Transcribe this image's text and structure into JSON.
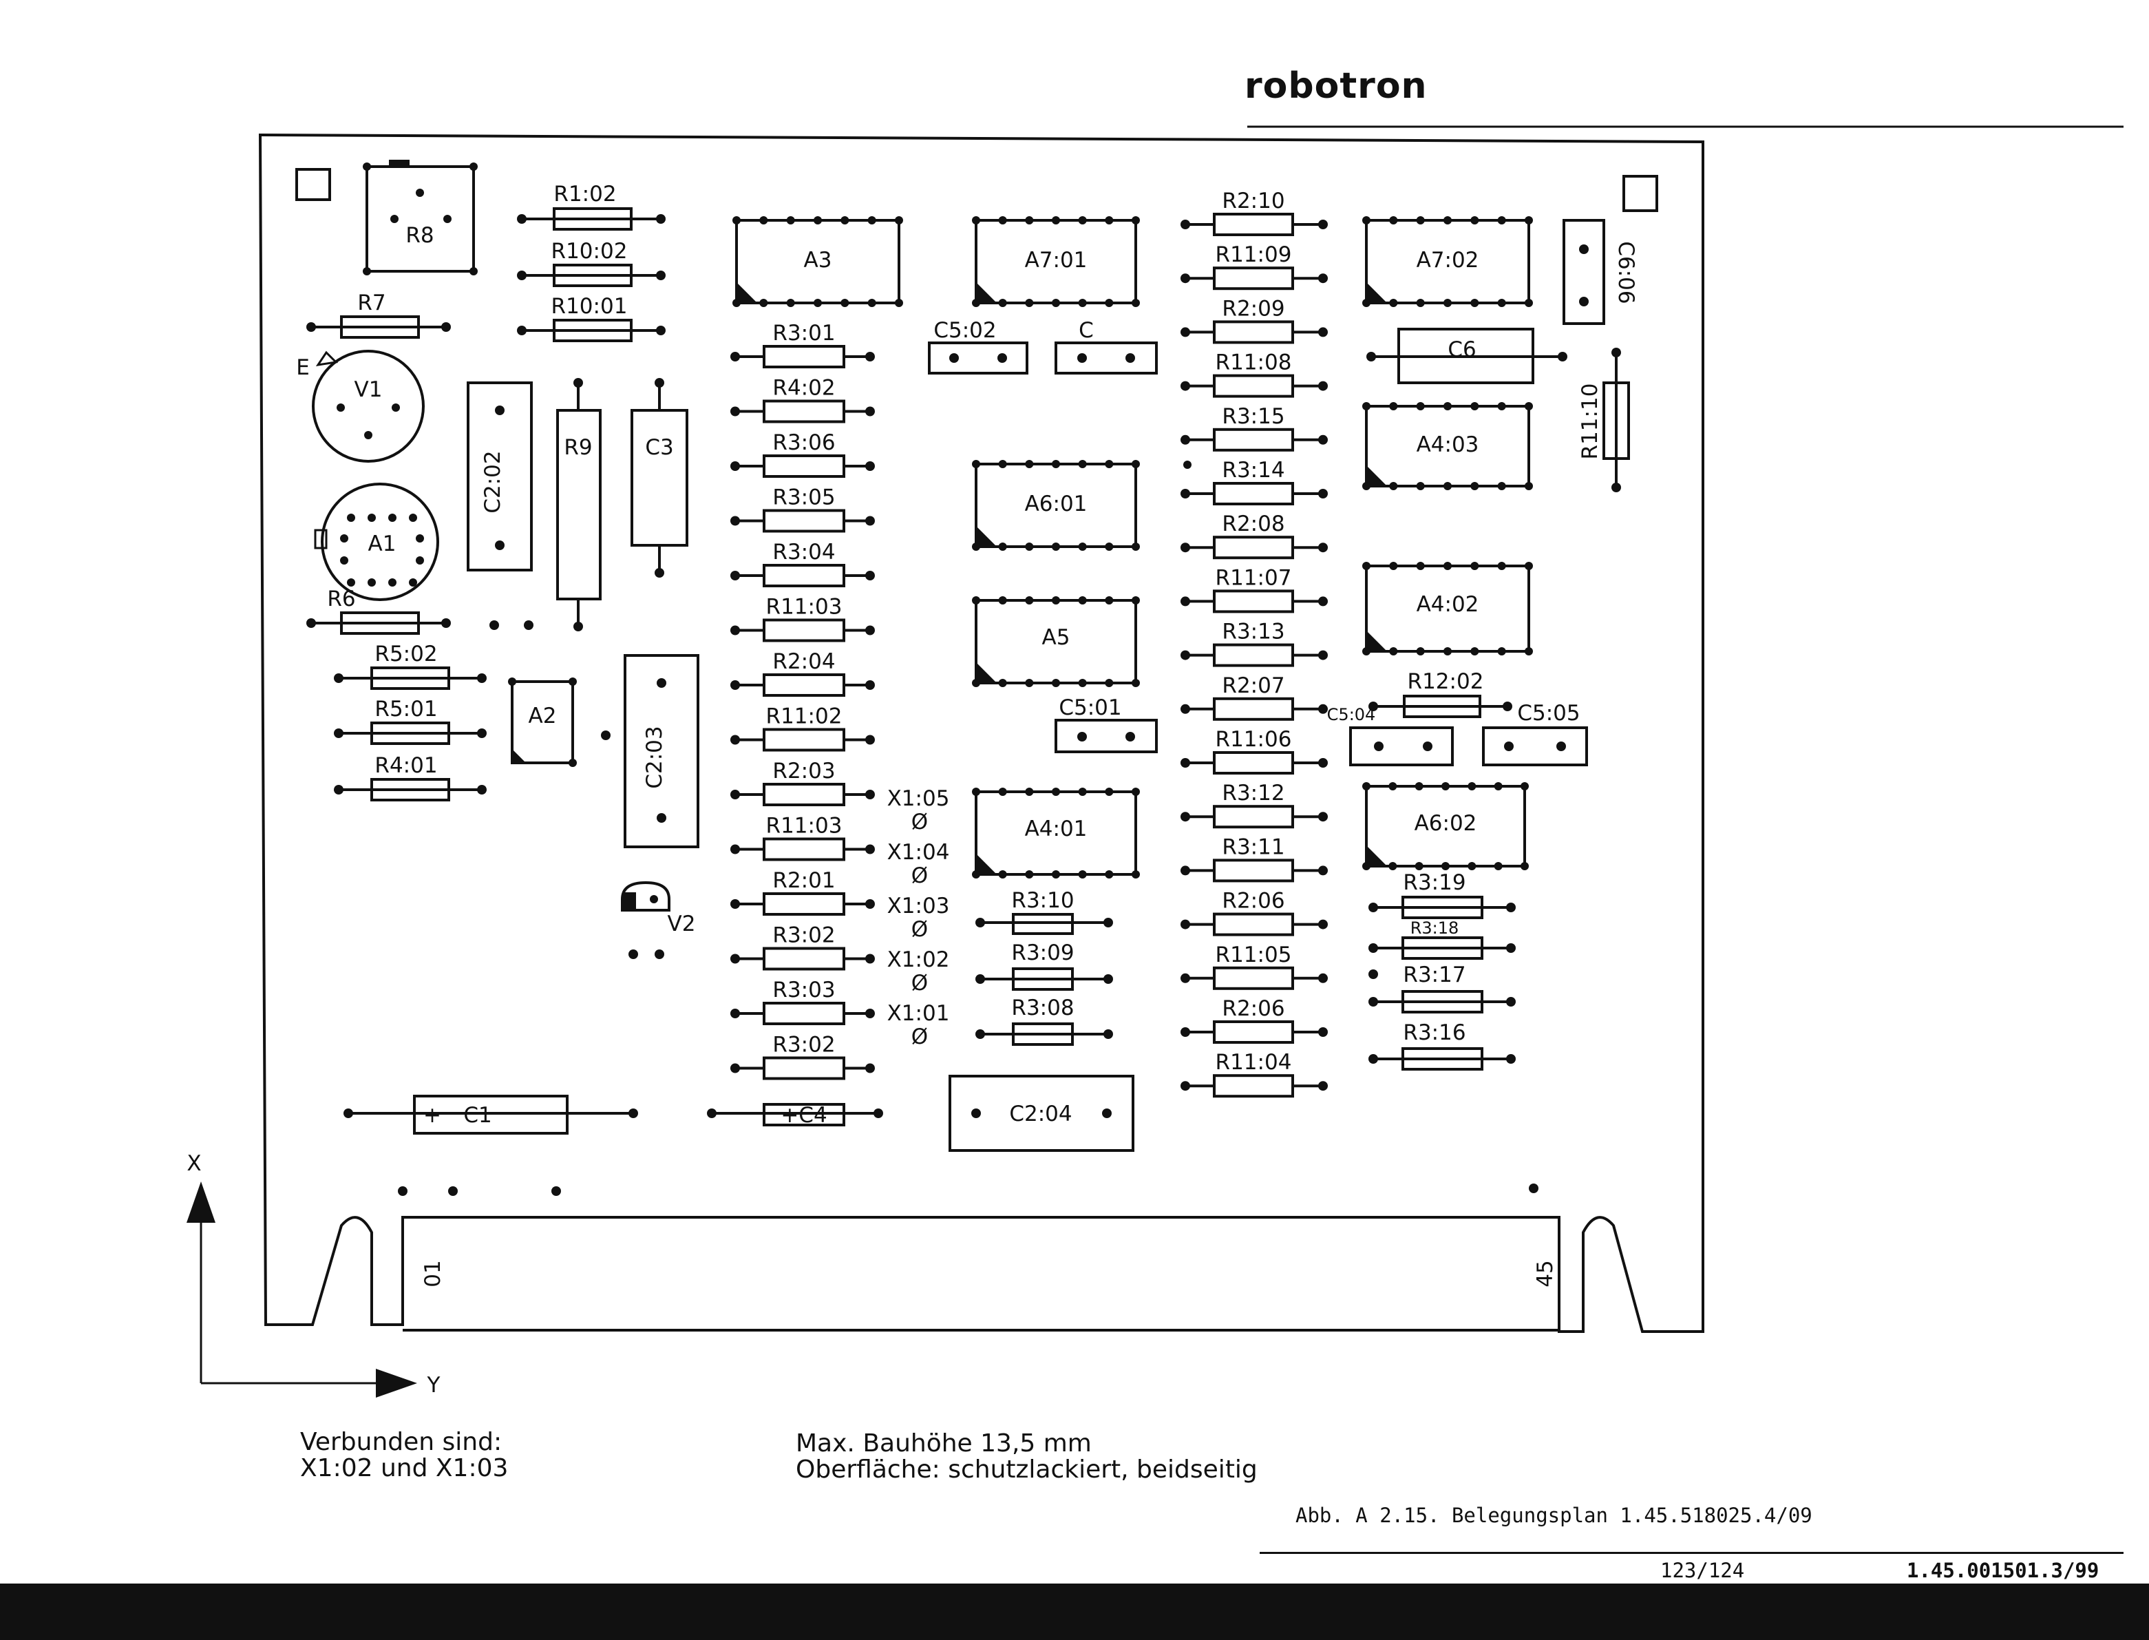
{
  "brand": "robotron",
  "board": {
    "components": {
      "R8": "R8",
      "R7": "R7",
      "V1": "V1",
      "V1_pin": "E",
      "A1": "A1",
      "R6": "R6",
      "R5_02": "R5:02",
      "R5_01": "R5:01",
      "R4_01": "R4:01",
      "A2": "A2",
      "C2_02": "C2:02",
      "R9": "R9",
      "C3": "C3",
      "C2_03": "C2:03",
      "V2": "V2",
      "C1": "C1",
      "C1_pol": "+",
      "C4": "+C4",
      "C2_04": "C2:04",
      "R1_02": "R1:02",
      "R10_02": "R10:02",
      "R10_01": "R10:01",
      "A3": "A3",
      "A7_01": "A7:01",
      "A7_02": "A7:02",
      "A6_01": "A6:01",
      "A5": "A5",
      "A4_01": "A4:01",
      "A4_03": "A4:03",
      "A4_02": "A4:02",
      "A6_02": "A6:02",
      "C5_02": "C5:02",
      "C": "C",
      "C5_01": "C5:01",
      "C6": "C6",
      "C6_06": "C6:06",
      "R11_10": "R11:10",
      "R12_02": "R12:02",
      "C5_04": "C5:04",
      "C5_05": "C5:05",
      "R3_10": "R3:10",
      "R3_09": "R3:09",
      "R3_08": "R3:08",
      "R3_19": "R3:19",
      "R3_18": "R3:18",
      "R3_17": "R3:17",
      "R3_16": "R3:16"
    },
    "col_left": [
      "R3:01",
      "R4:02",
      "R3:06",
      "R3:05",
      "R3:04",
      "R11:03",
      "R2:04",
      "R11:02",
      "R2:03",
      "R11:03",
      "R2:01",
      "R3:02",
      "R3:03",
      "R3:02"
    ],
    "col_mid": [
      "R2:10",
      "R11:09",
      "R2:09",
      "R11:08",
      "R3:15",
      "R3:14",
      "R2:08",
      "R11:07",
      "R3:13",
      "R2:07",
      "R11:06",
      "R3:12",
      "R3:11",
      "R2:06",
      "R11:05",
      "R2:06",
      "R11:04"
    ],
    "x1": [
      "X1:05",
      "X1:04",
      "X1:03",
      "X1:02",
      "X1:01"
    ],
    "x1_symbol": "Ø",
    "connector_pins": [
      "01",
      "45"
    ],
    "axis_x": "X",
    "axis_y": "Y"
  },
  "notes": {
    "connected_line1": "Verbunden sind:",
    "connected_line2": "X1:02 und X1:03",
    "height_line1": "Max. Bauhöhe 13,5 mm",
    "height_line2": "Oberfläche: schutzlackiert, beidseitig"
  },
  "caption": "Abb. A 2.15.  Belegungsplan 1.45.518025.4/09",
  "page_number": "123/124",
  "doc_number": "1.45.001501.3/99"
}
